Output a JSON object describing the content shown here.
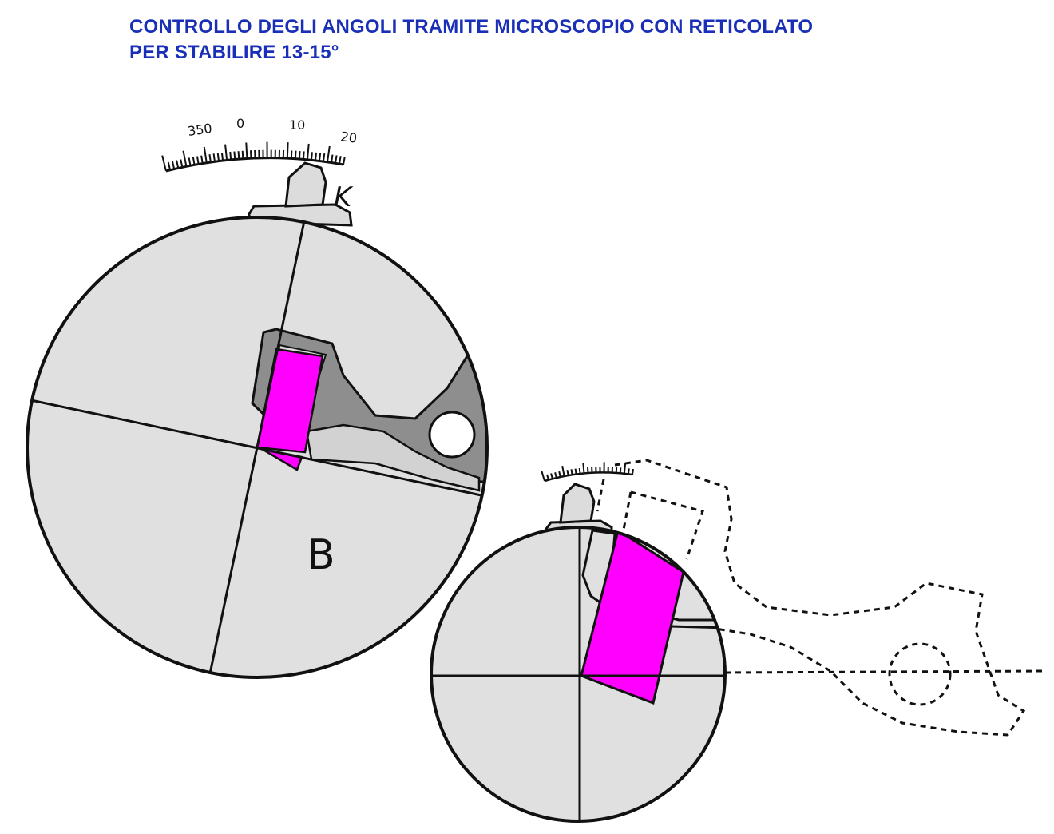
{
  "title": {
    "line1": "CONTROLLO DEGLI ANGOLI TRAMITE MICROSCOPIO CON RETICOLATO",
    "line2": "PER STABILIRE 13-15°"
  },
  "scale": {
    "labels": [
      "350",
      "0",
      "10",
      "20"
    ]
  },
  "labels": {
    "knob": "K",
    "view": "B"
  },
  "colors": {
    "title": "#1a2fb8",
    "highlight": "#ff00ff",
    "field": "#e0e0e0",
    "part": "#8e8e8e",
    "ink": "#111111"
  }
}
